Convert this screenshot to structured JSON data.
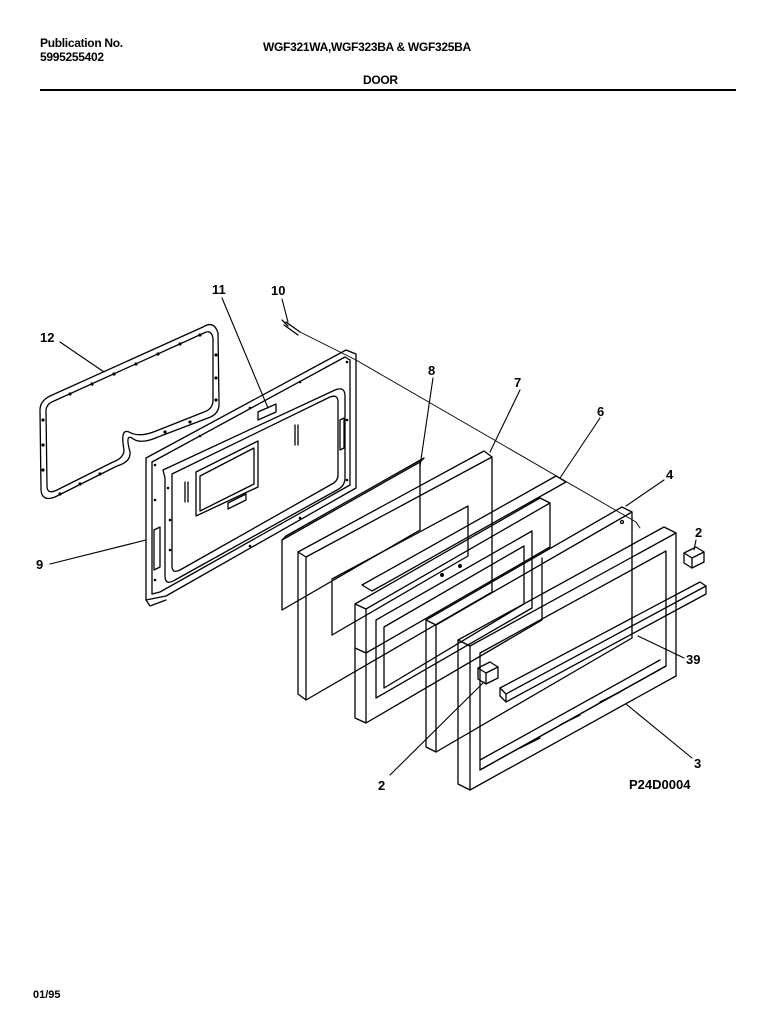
{
  "header": {
    "publication_label": "Publication No.",
    "publication_number": "5995255402",
    "models": "WGF321WA,WGF323BA & WGF325BA",
    "section_title": "DOOR"
  },
  "callouts": {
    "c12": "12",
    "c11": "11",
    "c10": "10",
    "c8": "8",
    "c7": "7",
    "c6": "6",
    "c4": "4",
    "c2_right": "2",
    "c9": "9",
    "c39": "39",
    "c2_bottom": "2",
    "c3": "3"
  },
  "diagram_code": "P24D0004",
  "footer_date": "01/95"
}
